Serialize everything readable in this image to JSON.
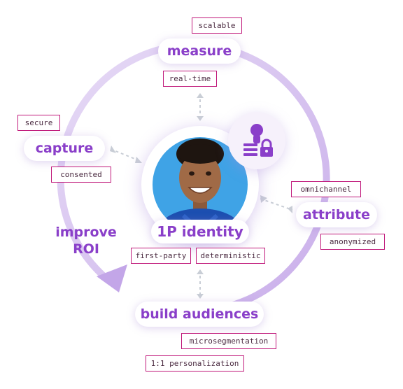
{
  "center": {
    "label": "1P identity",
    "avatar": "smiling-person-photo"
  },
  "identity_icon": "person-list-lock-icon",
  "nodes": {
    "measure": "measure",
    "capture": "capture",
    "attribute": "attribute",
    "build_audiences": "build audiences",
    "improve_roi_line1": "improve",
    "improve_roi_line2": "ROI"
  },
  "tags": {
    "scalable": "scalable",
    "real_time": "real-time",
    "secure": "secure",
    "consented": "consented",
    "omnichannel": "omnichannel",
    "anonymized": "anonymized",
    "first_party": "first-party",
    "deterministic": "deterministic",
    "microsegmentation": "microsegmentation",
    "personalization": "1:1 personalization"
  },
  "colors": {
    "accent": "#8a3fc9",
    "ring": "#d9c4f0",
    "tag_border": "#c0187a",
    "photo_bg": "#3fa3e6",
    "connector": "#c9ced6"
  }
}
